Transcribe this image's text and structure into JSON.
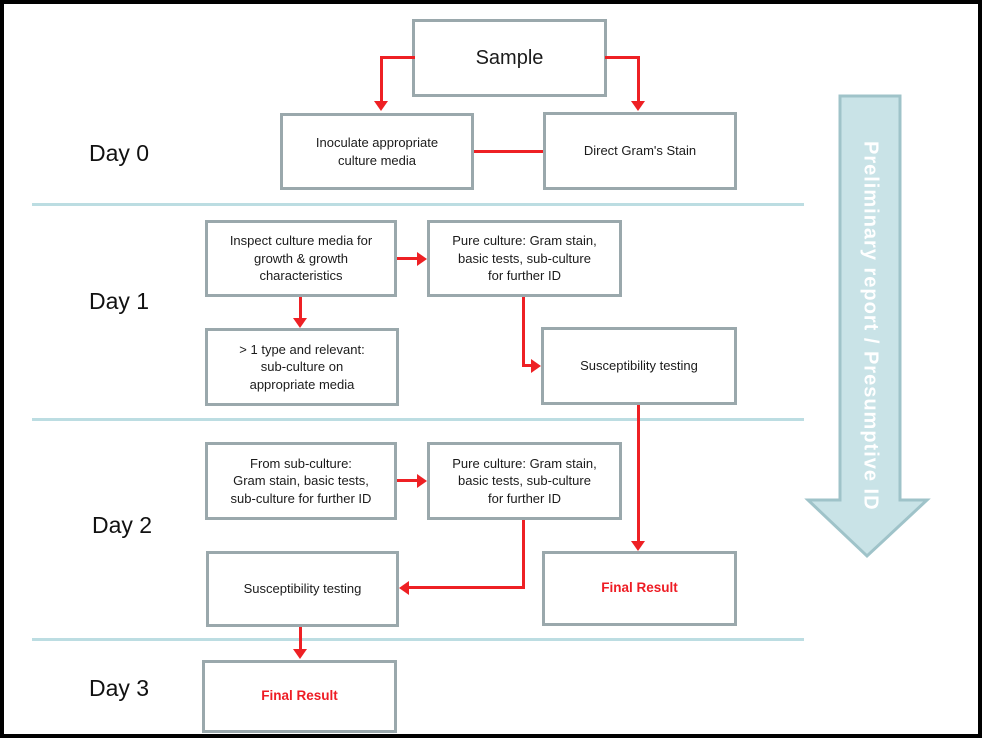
{
  "diagram": {
    "day_labels": {
      "day0": "Day 0",
      "day1": "Day 1",
      "day2": "Day 2",
      "day3": "Day 3"
    },
    "nodes": {
      "sample": "Sample",
      "inoculate": "Inoculate appropriate\nculture media",
      "direct_gram": "Direct Gram's Stain",
      "inspect": "Inspect culture media for\ngrowth & growth\ncharacteristics",
      "pure_day1": "Pure culture: Gram stain,\nbasic tests, sub-culture\nfor further ID",
      "gt1_type": "> 1 type and relevant:\nsub-culture on\nappropriate media",
      "suscept_day1": "Susceptibility testing",
      "from_subculture": "From sub-culture:\nGram stain, basic tests,\nsub-culture for further ID",
      "pure_day2": "Pure culture: Gram stain,\nbasic tests, sub-culture\nfor further ID",
      "suscept_day2": "Susceptibility testing",
      "final_day2": "Final Result",
      "final_day3": "Final Result"
    },
    "side_arrow_label": "Preliminary report / Presumptive ID",
    "colors": {
      "accent_red": "#ee2024",
      "box_border": "#9aa8ac",
      "divider": "#bcdde2",
      "arrow_fill": "#c9e3e7",
      "arrow_border": "#9fc3c9",
      "final_text": "#ee1c24",
      "text": "#1b1b1b"
    }
  }
}
